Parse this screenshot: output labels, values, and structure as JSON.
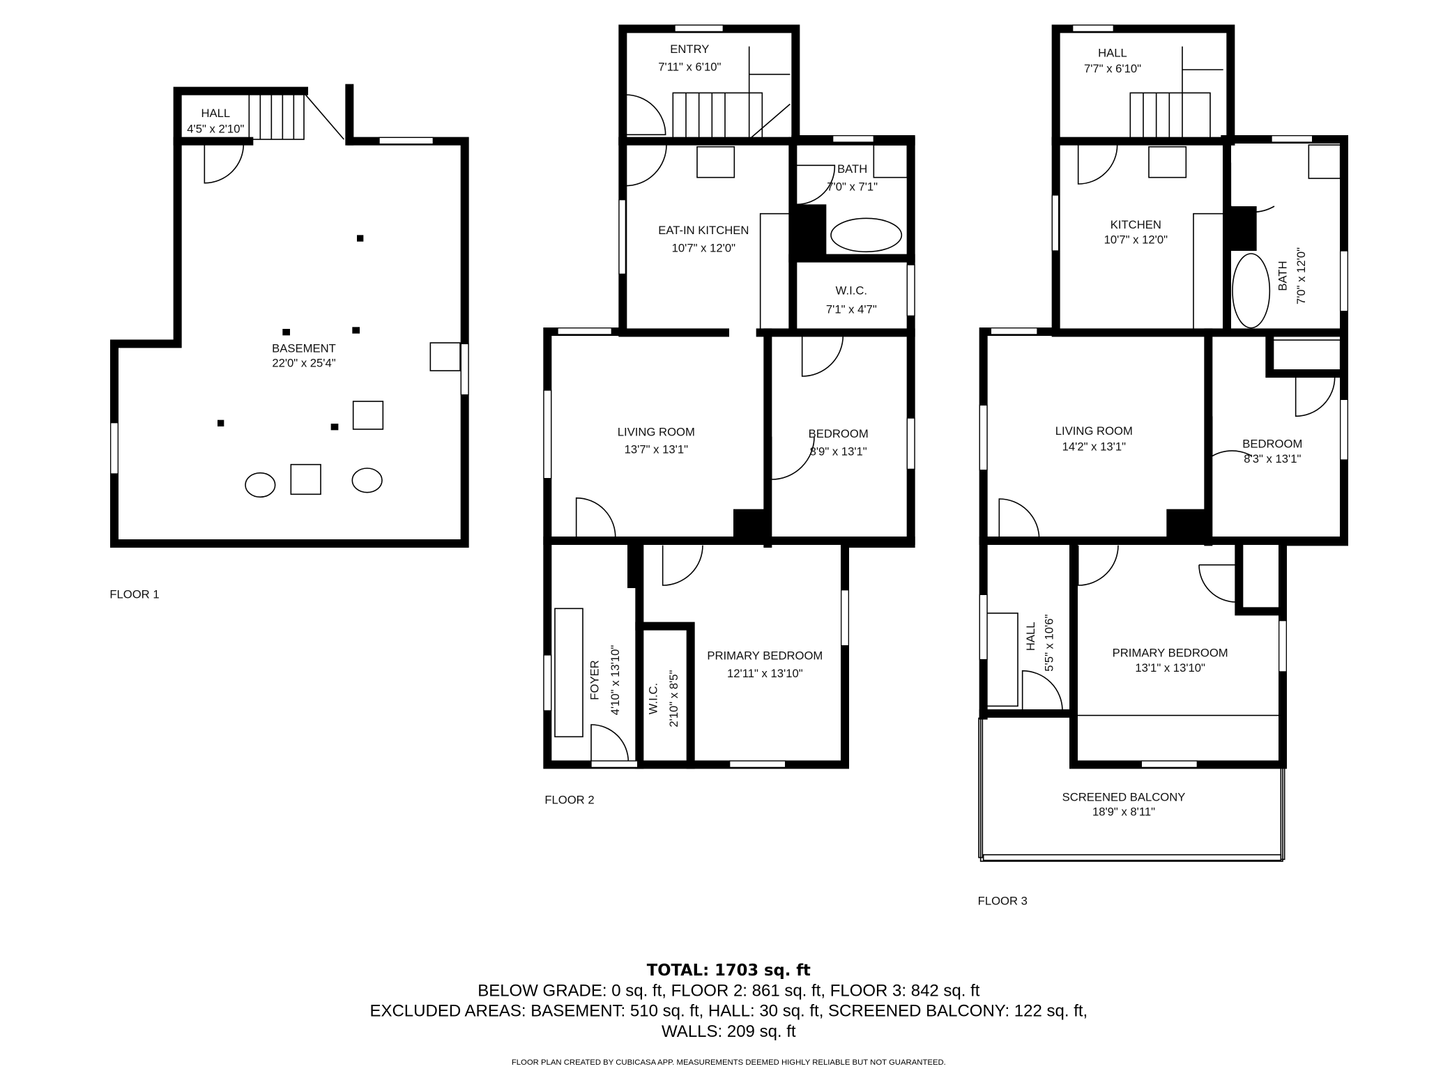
{
  "floors": [
    {
      "label": "FLOOR 1",
      "rooms": [
        {
          "name": "HALL",
          "dims": "4'5\" x 2'10\""
        },
        {
          "name": "BASEMENT",
          "dims": "22'0\" x 25'4\""
        }
      ]
    },
    {
      "label": "FLOOR 2",
      "rooms": [
        {
          "name": "ENTRY",
          "dims": "7'11\" x 6'10\""
        },
        {
          "name": "EAT-IN KITCHEN",
          "dims": "10'7\" x 12'0\""
        },
        {
          "name": "BATH",
          "dims": "7'0\" x 7'1\""
        },
        {
          "name": "W.I.C.",
          "dims": "7'1\" x 4'7\""
        },
        {
          "name": "LIVING ROOM",
          "dims": "13'7\" x 13'1\""
        },
        {
          "name": "BEDROOM",
          "dims": "8'9\" x 13'1\""
        },
        {
          "name": "FOYER",
          "dims": "4'10\" x 13'10\""
        },
        {
          "name": "W.I.C.",
          "dims": "2'10\" x 8'5\""
        },
        {
          "name": "PRIMARY BEDROOM",
          "dims": "12'11\" x 13'10\""
        }
      ]
    },
    {
      "label": "FLOOR 3",
      "rooms": [
        {
          "name": "HALL",
          "dims": "7'7\" x 6'10\""
        },
        {
          "name": "KITCHEN",
          "dims": "10'7\" x 12'0\""
        },
        {
          "name": "BATH",
          "dims": "7'0\" x 12'0\""
        },
        {
          "name": "LIVING ROOM",
          "dims": "14'2\" x 13'1\""
        },
        {
          "name": "BEDROOM",
          "dims": "8'3\" x 13'1\""
        },
        {
          "name": "HALL",
          "dims": "5'5\" x 10'6\""
        },
        {
          "name": "PRIMARY BEDROOM",
          "dims": "13'1\" x 13'10\""
        },
        {
          "name": "SCREENED BALCONY",
          "dims": "18'9\" x 8'11\""
        }
      ]
    }
  ],
  "summary": {
    "total": "TOTAL: 1703 sq. ft",
    "line1": "BELOW GRADE: 0 sq. ft, FLOOR 2: 861 sq. ft, FLOOR 3: 842 sq. ft",
    "line2": "EXCLUDED AREAS: BASEMENT: 510 sq. ft, HALL: 30 sq. ft, SCREENED BALCONY: 122 sq. ft,",
    "line3": "WALLS: 209 sq. ft"
  },
  "disclaimer": "FLOOR PLAN CREATED BY CUBICASA APP. MEASUREMENTS DEEMED HIGHLY RELIABLE BUT NOT GUARANTEED."
}
